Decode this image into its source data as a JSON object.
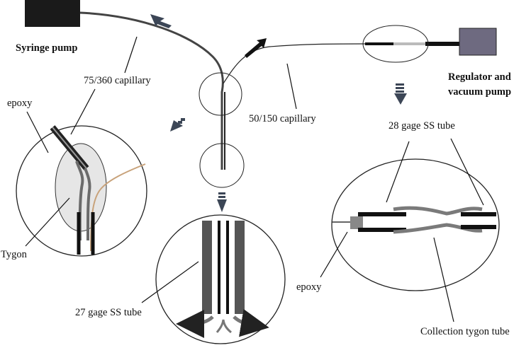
{
  "labels": {
    "syringe_pump": "Syringe  pump",
    "capillary_75_360": "75/360 capillary",
    "capillary_50_150": "50/150 capillary",
    "regulator_line1": "Regulator and",
    "regulator_line2": "vacuum pump",
    "epoxy_left": "epoxy",
    "tygon": "Tygon",
    "gage_28": "28 gage SS tube",
    "epoxy_right": "epoxy",
    "gage_27": "27 gage SS tube",
    "collection_tygon": "Collection tygon tube"
  },
  "colors": {
    "syringe_pump_box": "#1a1a1a",
    "regulator_box": "#6e6a80",
    "arrow_gray": "#3c4656",
    "steel_gray": "#555555",
    "tygon_gray": "#7a7a7a",
    "epoxy_fill": "#e6e6e6",
    "capillary_tan": "#c8a27a"
  }
}
